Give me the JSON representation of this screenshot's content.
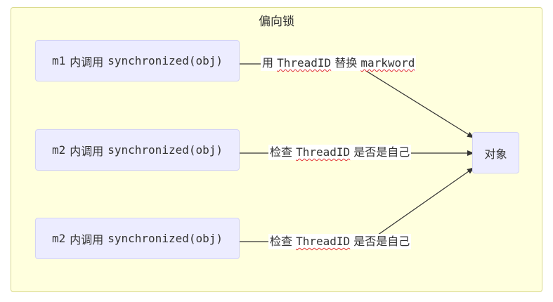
{
  "cluster": {
    "title": "偏向锁"
  },
  "nodes": {
    "n1": {
      "prefix": "m1",
      "mid": "内调用",
      "call": "synchronized(obj)"
    },
    "n2": {
      "prefix": "m2",
      "mid": "内调用",
      "call": "synchronized(obj)"
    },
    "n3": {
      "prefix": "m2",
      "mid": "内调用",
      "call": "synchronized(obj)"
    },
    "target": {
      "label": "对象"
    }
  },
  "edges": {
    "e1": {
      "pre": "用",
      "code": "ThreadID",
      "mid": "替换",
      "tail": "markword"
    },
    "e2": {
      "pre": "检查",
      "code": "ThreadID",
      "tail": "是否是自己"
    },
    "e3": {
      "pre": "检查",
      "code": "ThreadID",
      "tail": "是否是自己"
    }
  },
  "colors": {
    "cluster_fill": "#ffffde",
    "cluster_border": "#d8d88a",
    "node_fill": "#ececff",
    "node_border": "#d3d3f5",
    "edge": "#333333",
    "spellcheck_underline": "#e03030"
  }
}
